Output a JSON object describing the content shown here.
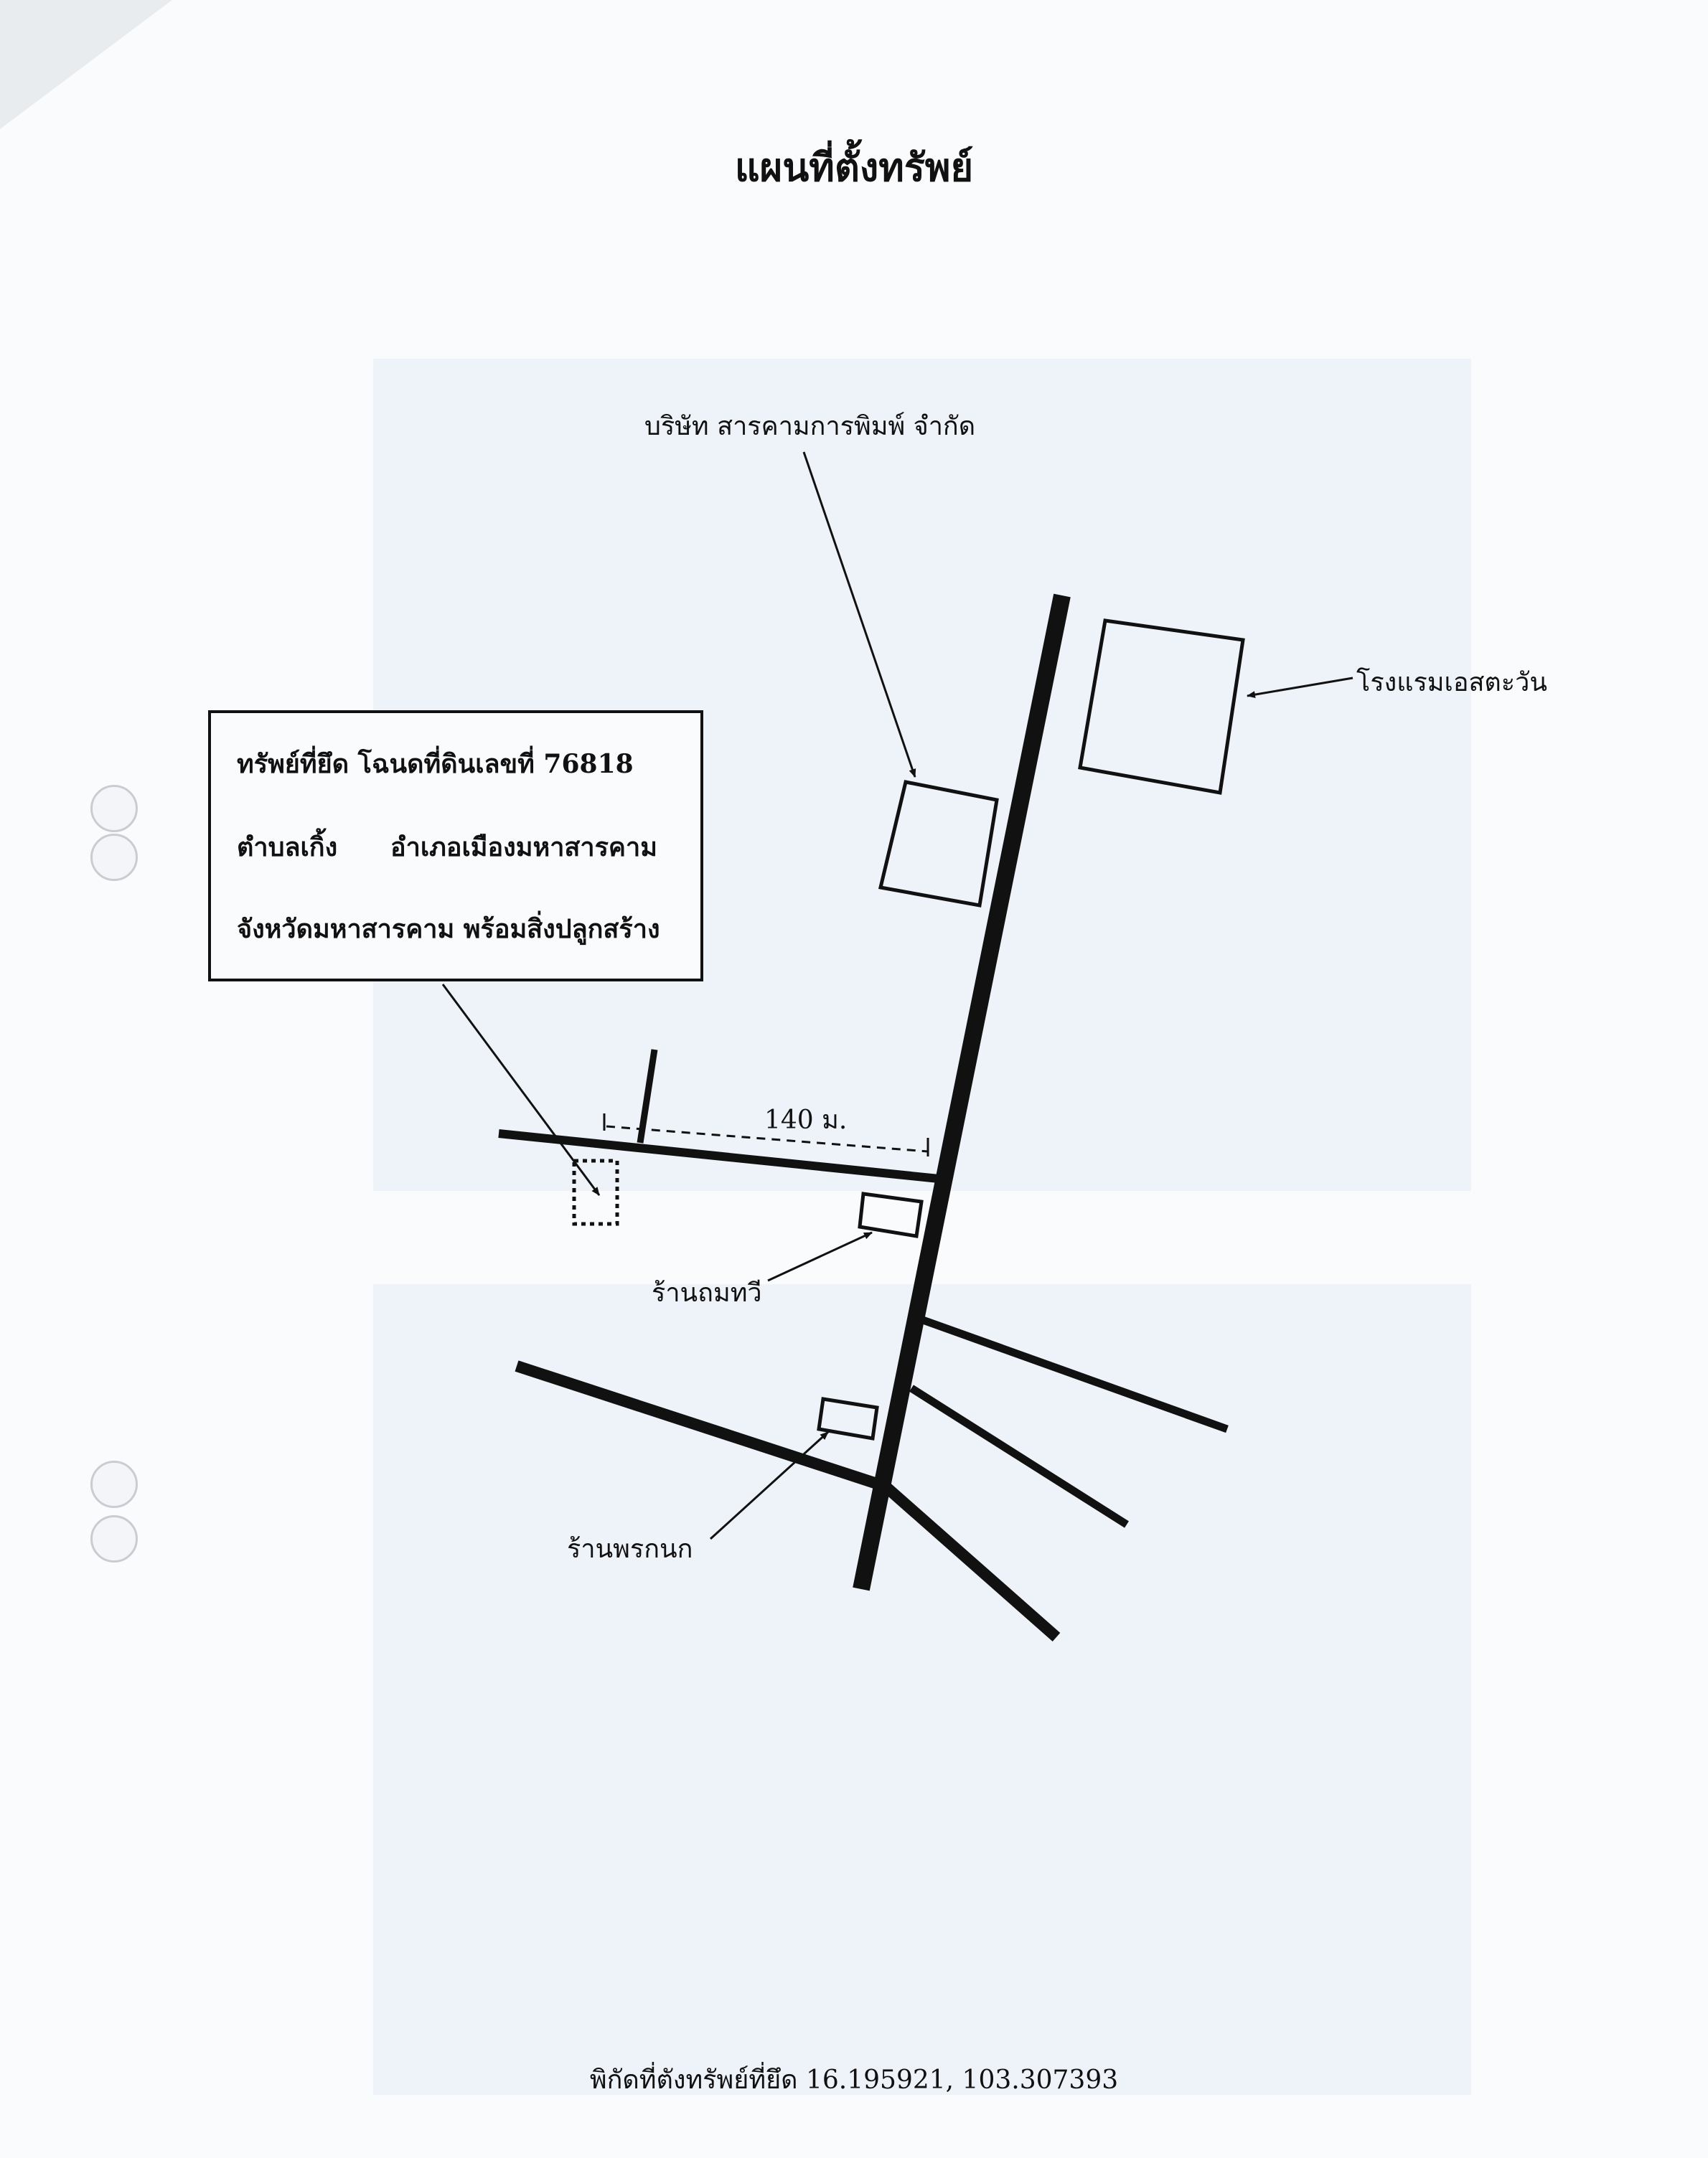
{
  "document": {
    "title": "แผนที่ตั้งทรัพย์",
    "coordinates_text": "พิกัดที่ตังทรัพย์ที่ยึด 16.195921, 103.307393"
  },
  "info_box": {
    "line1": "ทรัพย์ที่ยึด โฉนดที่ดินเลขที่ 76818",
    "line2_a": "ตำบลเกิ้ง",
    "line2_b": "อำเภอเมืองมหาสารคาม",
    "line3": "จังหวัดมหาสารคาม  พร้อมสิ่งปลูกสร้าง"
  },
  "map": {
    "labels": {
      "printing_company": "บริษัท สารคามการพิมพ์ จำกัด",
      "hotel": "โรงแรมเอสตะวัน",
      "shop_thomthawi": "ร้านถมทวี",
      "shop_phonnok": "ร้านพรกนก",
      "distance": "140 ม."
    }
  },
  "colors": {
    "paper": "#fafbfd",
    "ink": "#111111",
    "ghost": "#eef2f9"
  }
}
